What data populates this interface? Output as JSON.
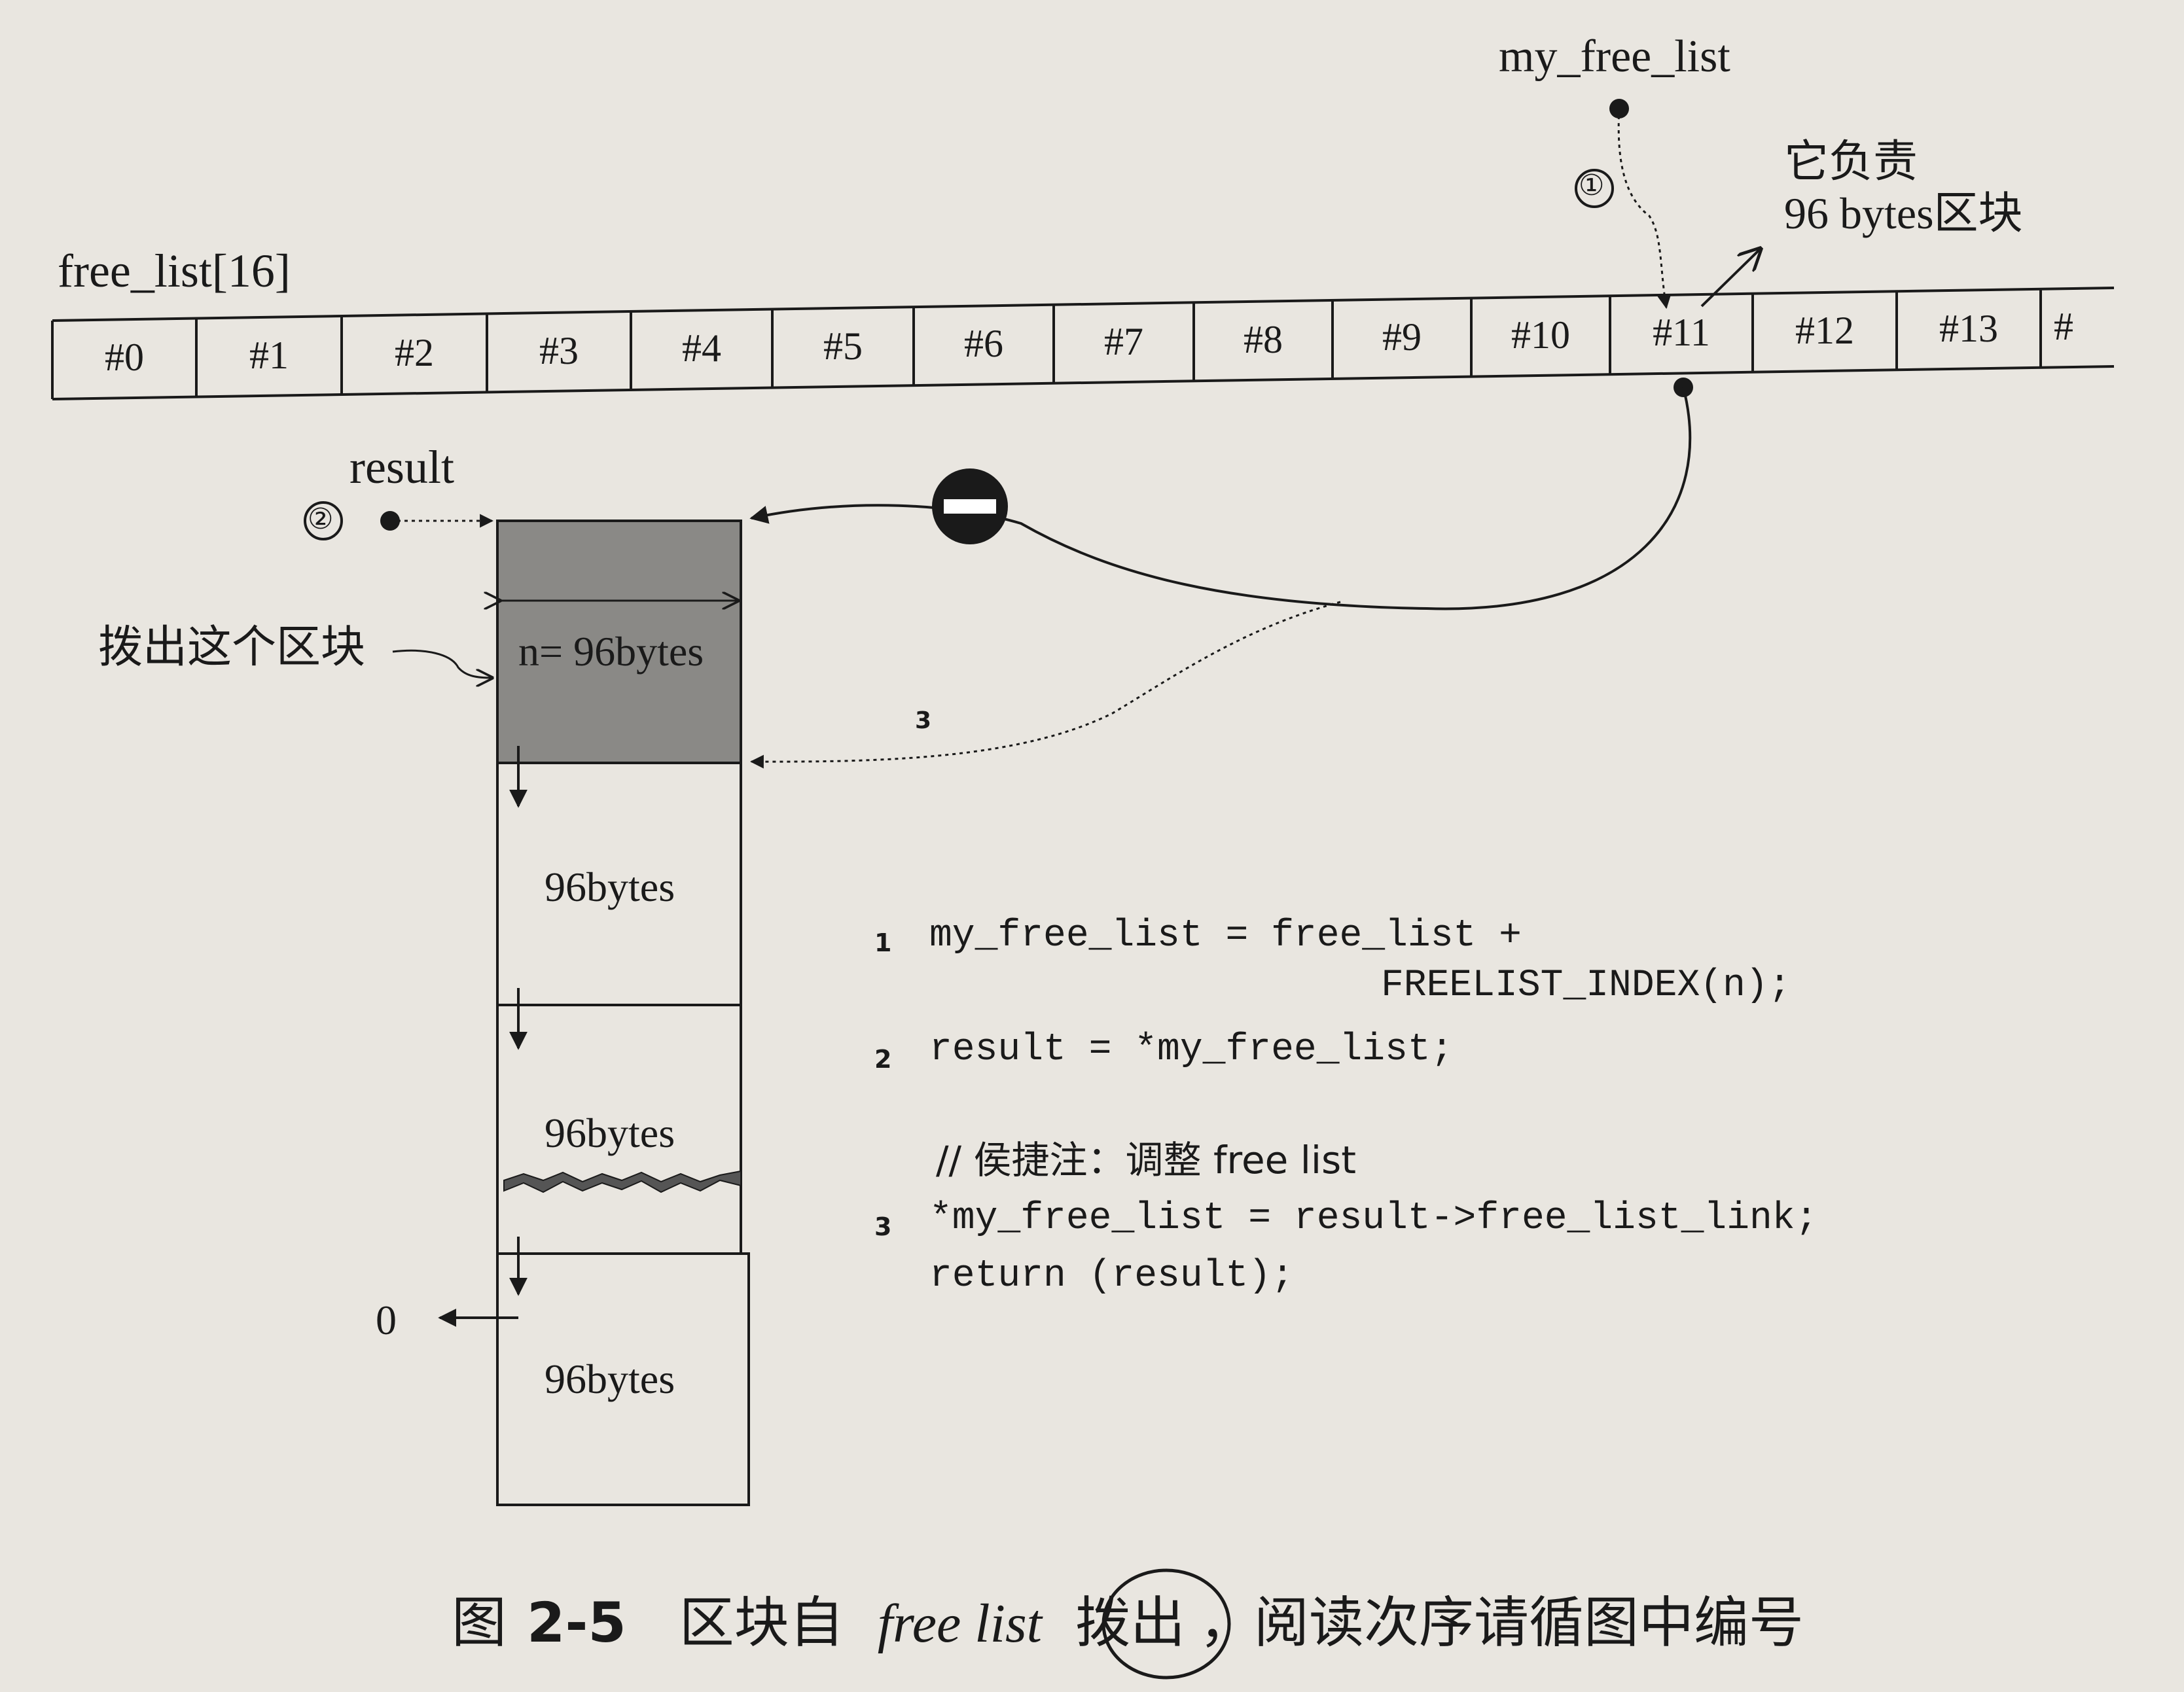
{
  "array": {
    "name": "free_list[16]",
    "cells": [
      "#0",
      "#1",
      "#2",
      "#3",
      "#4",
      "#5",
      "#6",
      "#7",
      "#8",
      "#9",
      "#10",
      "#11",
      "#12",
      "#13",
      "#"
    ]
  },
  "pointers": {
    "my_free_list": "my_free_list",
    "result": "result",
    "step1_marker": "①",
    "step2_marker": "②",
    "step3_marker": "3",
    "null_value": "0"
  },
  "notes": {
    "responsible_line1": "它负责",
    "responsible_line2": "96 bytes区块",
    "extract_block": "拨出这个区块"
  },
  "blocks": {
    "first": "n= 96bytes",
    "second": "96bytes",
    "third": "96bytes",
    "fourth": "96bytes"
  },
  "code": {
    "lines": [
      {
        "num": "1",
        "text": "my_free_list = free_list +"
      },
      {
        "num": "",
        "text": "FREELIST_INDEX(n);"
      },
      {
        "num": "2",
        "text": "result = *my_free_list;"
      },
      {
        "num": "",
        "text": "// 侯捷注：调整 free list"
      },
      {
        "num": "3",
        "text": "*my_free_list = result->free_list_link;"
      },
      {
        "num": "",
        "text": "return (result);"
      }
    ]
  },
  "caption": {
    "fig": "图",
    "number": "2-5",
    "text_a": "区块自",
    "text_b": "free list",
    "text_c": "拨出",
    "text_d": "，阅读次序请循图中编号"
  }
}
